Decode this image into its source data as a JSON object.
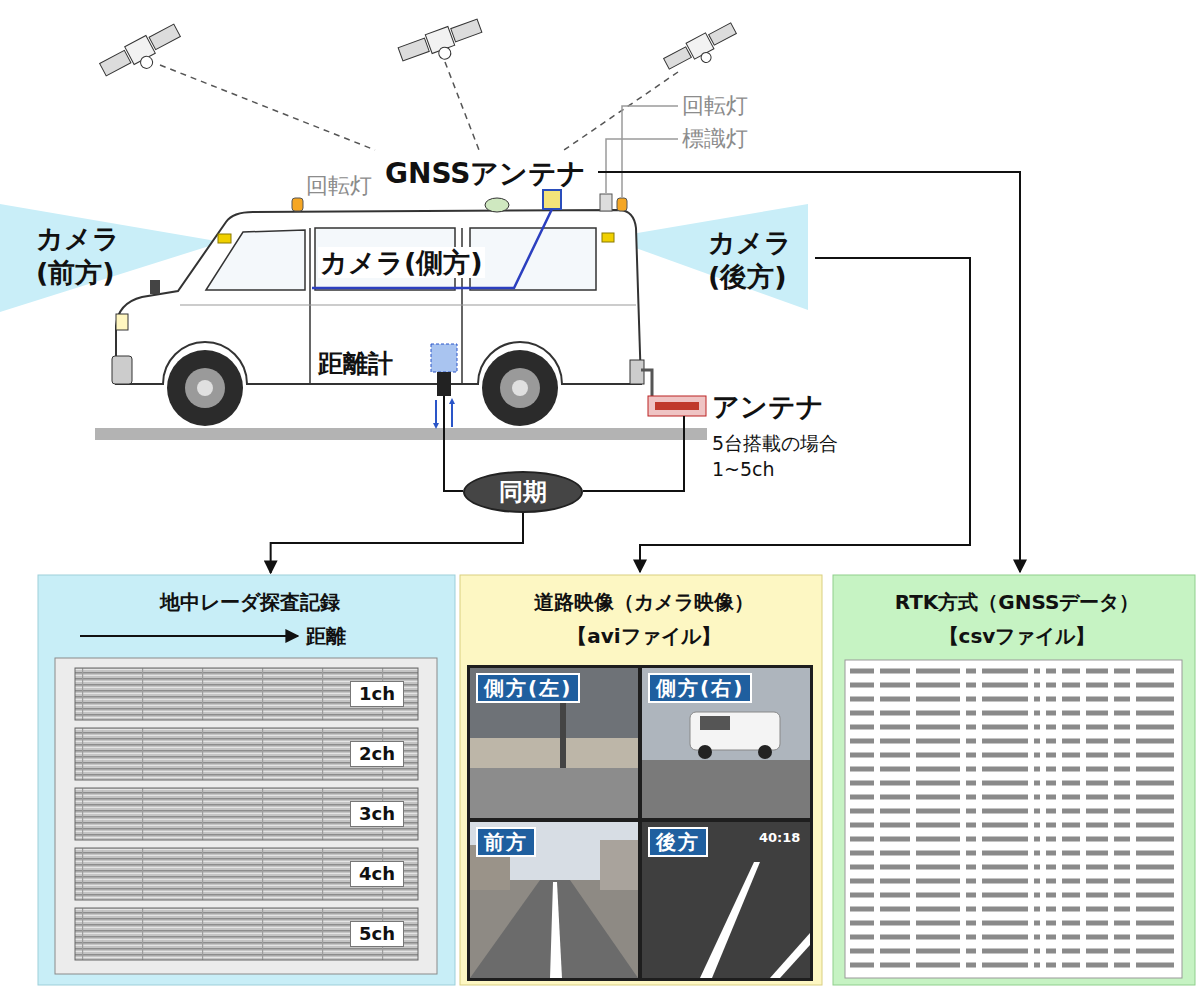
{
  "diagram": {
    "nodes": [
      {
        "text": [
          "同期"
        ]
      },
      {
        "text": [
          "地中レーダ探査記録",
          "距離"
        ]
      },
      {
        "text": [
          "1ch"
        ],
        "in": 1
      },
      {
        "text": [
          "2ch"
        ],
        "in": 1
      },
      {
        "text": [
          "3ch"
        ],
        "in": 1
      },
      {
        "text": [
          "4ch"
        ],
        "in": 1
      },
      {
        "text": [
          "5ch"
        ],
        "in": 1
      },
      {
        "text": [
          "道路映像（カメラ映像）",
          "【aviファイル】"
        ]
      },
      {
        "text": [
          "側方(左)"
        ],
        "in": 7
      },
      {
        "text": [
          "側方(右)"
        ],
        "in": 7
      },
      {
        "text": [
          "前方"
        ],
        "in": 7
      },
      {
        "text": [
          "後方"
        ],
        "in": 7
      },
      {
        "text": [
          "RTK方式（GNSSデータ）",
          "【csvファイル】"
        ]
      }
    ],
    "edges": [
      {
        "from": 0,
        "to": 1,
        "arrow": "to"
      }
    ],
    "labels": [
      "回転灯",
      "標識灯",
      "GNSSアンテナ",
      "回転灯",
      "カメラ (前方)",
      "カメラ(側方)",
      "カメラ (後方)",
      "距離計",
      "アンテナ",
      "5台搭載の場合 1~5ch",
      "40:18"
    ]
  }
}
